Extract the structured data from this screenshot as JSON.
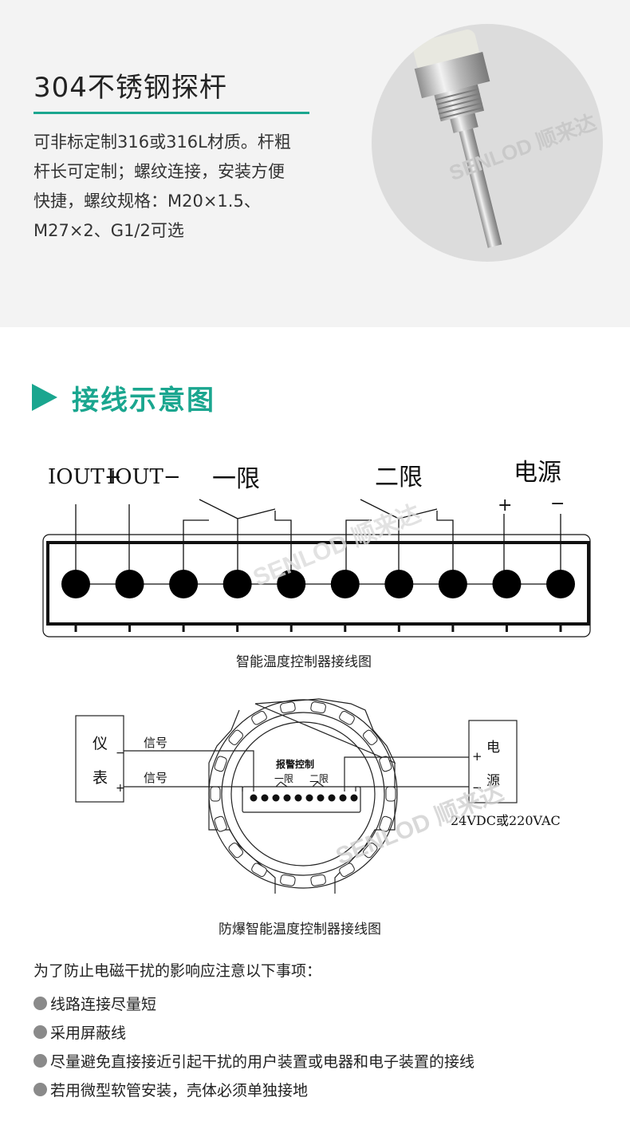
{
  "product": {
    "title": "304不锈钢探杆",
    "description_lines": [
      "可非标定制316或316L材质。杆粗",
      "杆长可定制；螺纹连接，安装方便",
      "快捷，螺纹规格：M20×1.5、",
      "M27×2、G1/2可选"
    ],
    "photo_watermark": "SENLOD 顺来达"
  },
  "section": {
    "title": "接线示意图"
  },
  "diagram1": {
    "labels": {
      "iout_plus": "IOUT+",
      "iout_minus": "IOUT−",
      "limit1": "一限",
      "limit2": "二限",
      "power": "电源",
      "plus": "+",
      "minus": "−"
    },
    "terminal_count": 10,
    "caption": "智能温度控制器接线图",
    "watermark": "SENLOD 顺来达"
  },
  "diagram2": {
    "instrument": [
      "仪",
      "表"
    ],
    "signal_labels": [
      "信号",
      "信号"
    ],
    "alarm_title": "报警控制",
    "alarm_limits": [
      "一限",
      "二限"
    ],
    "power": [
      "电",
      "源"
    ],
    "plus": "+",
    "minus": "−",
    "voltage": "24VDC或220VAC",
    "caption": "防爆智能温度控制器接线图",
    "watermark": "SENLOD 顺来达"
  },
  "notes": {
    "heading": "为了防止电磁干扰的影响应注意以下事项：",
    "items": [
      "线路连接尽量短",
      "采用屏蔽线",
      "尽量避免直接接近引起干扰的用户装置或电器和电子装置的接线",
      "若用微型软管安装，壳体必须单独接地"
    ]
  },
  "colors": {
    "accent": "#1aa68f",
    "top_bg": "#f3f3f3"
  }
}
